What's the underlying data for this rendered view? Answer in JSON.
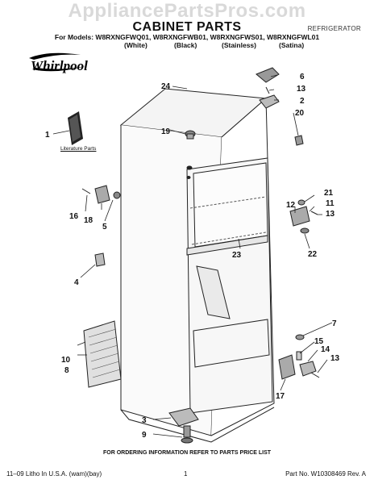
{
  "watermark": "AppliancePartsPros.com",
  "header": {
    "category": "REFRIGERATOR",
    "title": "CABINET PARTS",
    "models": "For Models: W8RXNGFWQ01, W8RXNGFWB01, W8RXNGFWS01, W8RXNGFWL01",
    "finishes": [
      "(White)",
      "(Black)",
      "(Stainless)",
      "(Satina)"
    ]
  },
  "brand": {
    "name": "Whirlpool",
    "logo_icon": "whirlpool-swirl-logo"
  },
  "literature_label": "Literature Parts",
  "callouts": [
    "1",
    "2",
    "3",
    "4",
    "5",
    "6",
    "7",
    "8",
    "9",
    "10",
    "11",
    "12",
    "13",
    "13",
    "13",
    "14",
    "15",
    "16",
    "17",
    "18",
    "19",
    "20",
    "21",
    "22",
    "23",
    "24"
  ],
  "footer": {
    "note": "FOR ORDERING INFORMATION REFER TO PARTS PRICE LIST",
    "left": "11–09 Litho In U.S.A. (wam)(bay)",
    "page": "1",
    "part_no": "Part No. W10308469 Rev. A"
  }
}
